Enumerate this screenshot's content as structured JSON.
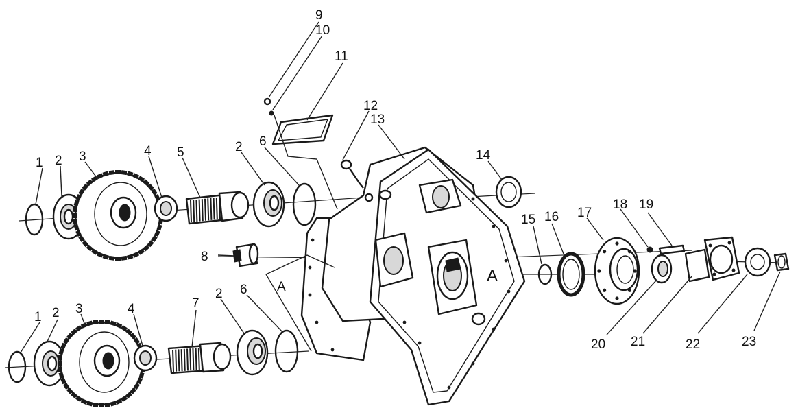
{
  "labels": {
    "l1a": "1",
    "l2a": "2",
    "l3a": "3",
    "l4a": "4",
    "l5": "5",
    "l2b": "2",
    "l6a": "6",
    "l8": "8",
    "l9": "9",
    "l10": "10",
    "l11": "11",
    "l12": "12",
    "l13": "13",
    "l14": "14",
    "lA1": "A",
    "lA2": "A",
    "l1b": "1",
    "l2c": "2",
    "l3b": "3",
    "l4b": "4",
    "l7": "7",
    "l2d": "2",
    "l6b": "6",
    "l15": "15",
    "l16": "16",
    "l17": "17",
    "l18": "18",
    "l19": "19",
    "l20": "20",
    "l21": "21",
    "l22": "22",
    "l23": "23"
  }
}
